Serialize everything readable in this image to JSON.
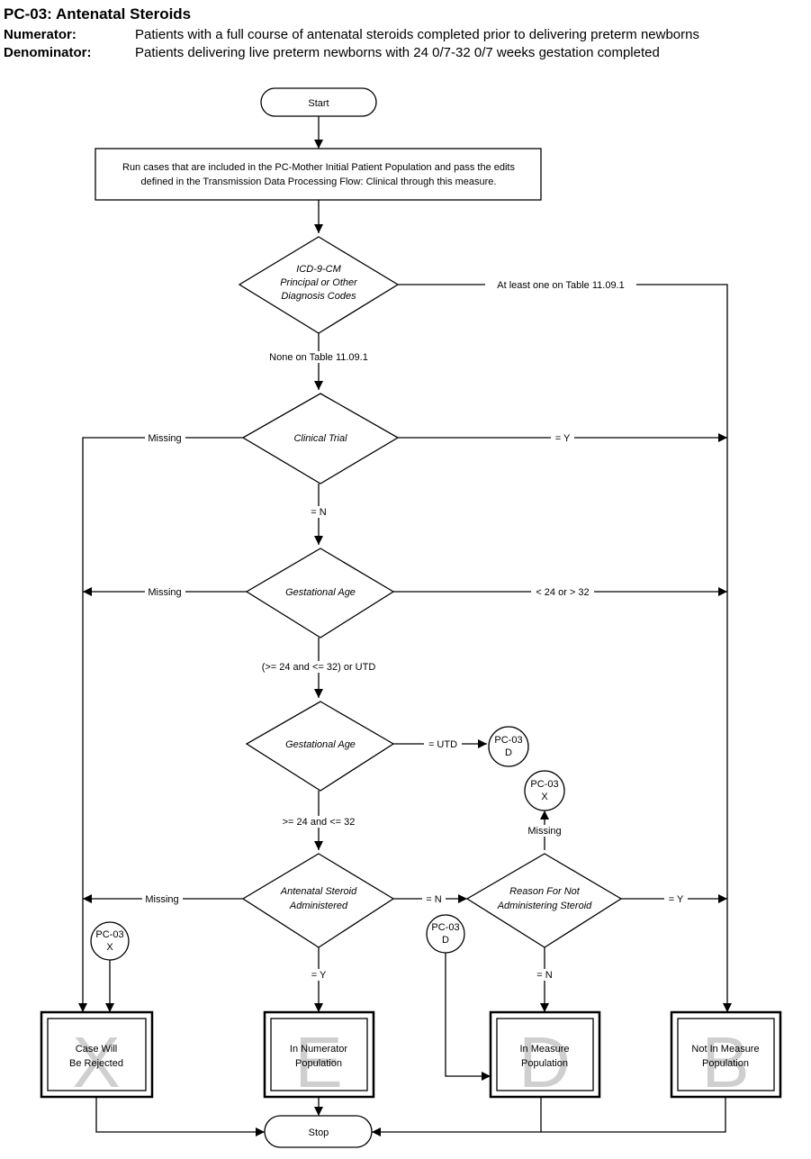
{
  "header": {
    "title": "PC-03:  Antenatal Steroids",
    "numerator_label": "Numerator:",
    "numerator_text": "Patients with a full course of antenatal steroids completed prior to delivering  preterm newborns",
    "denominator_label": "Denominator:",
    "denominator_text": "Patients delivering live preterm newborns with 24 0/7-32 0/7 weeks gestation completed"
  },
  "flow": {
    "start": "Start",
    "stop": "Stop",
    "process": [
      "Run cases that are included in the PC-Mother Initial Patient Population and pass the edits",
      "defined in the Transmission Data Processing Flow: Clinical through this measure."
    ],
    "decisions": {
      "icd": [
        "ICD-9-CM",
        "Principal or Other",
        "Diagnosis Codes"
      ],
      "trial": [
        "Clinical Trial"
      ],
      "gest1": [
        "Gestational Age"
      ],
      "gest2": [
        "Gestational Age"
      ],
      "steroid": [
        "Antenatal Steroid",
        "Administered"
      ],
      "reason": [
        "Reason For Not",
        "Administering Steroid"
      ]
    },
    "labels": {
      "icd_yes": "At least one on Table 11.09.1",
      "icd_no": "None on Table 11.09.1",
      "trial_missing": "Missing",
      "trial_y": "= Y",
      "trial_n": "= N",
      "gest1_missing": "Missing",
      "gest1_out": "< 24 or > 32",
      "gest1_in": "(>= 24 and <= 32) or UTD",
      "gest2_utd": "= UTD",
      "gest2_in": ">= 24 and <= 32",
      "steroid_missing": "Missing",
      "steroid_n": "= N",
      "steroid_y": "= Y",
      "reason_missing": "Missing",
      "reason_y": "= Y",
      "reason_n": "= N"
    },
    "connectors": {
      "utd": [
        "PC-03",
        "D"
      ],
      "reason_missing": [
        "PC-03",
        "X"
      ],
      "reject": [
        "PC-03",
        "X"
      ],
      "measure": [
        "PC-03",
        "D"
      ]
    },
    "outcomes": {
      "x": {
        "letter": "X",
        "lines": [
          "Case Will",
          "Be Rejected"
        ]
      },
      "e": {
        "letter": "E",
        "lines": [
          "In Numerator",
          "Population"
        ]
      },
      "d": {
        "letter": "D",
        "lines": [
          "In Measure",
          "Population"
        ]
      },
      "b": {
        "letter": "B",
        "lines": [
          "Not In Measure",
          "Population"
        ]
      }
    }
  }
}
